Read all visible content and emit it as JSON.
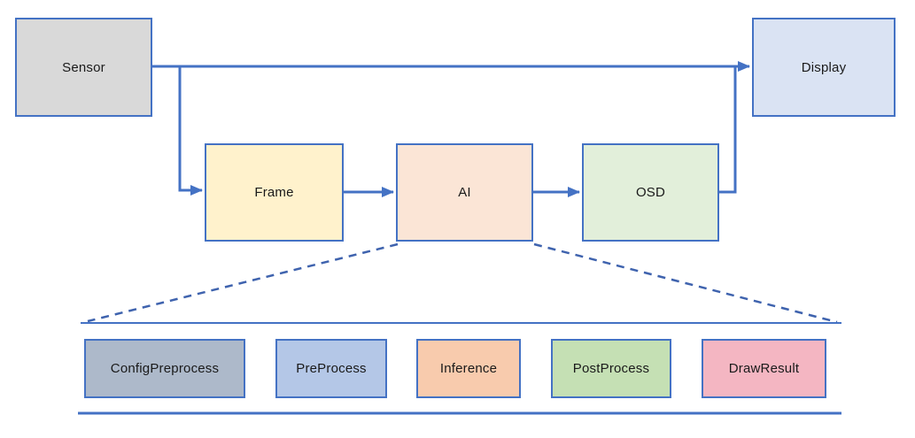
{
  "nodes": {
    "sensor": {
      "label": "Sensor",
      "fill": "#d9d9d9"
    },
    "display": {
      "label": "Display",
      "fill": "#dae3f3"
    },
    "frame": {
      "label": "Frame",
      "fill": "#fff2cc"
    },
    "ai": {
      "label": "AI",
      "fill": "#fbe5d6"
    },
    "osd": {
      "label": "OSD",
      "fill": "#e2efda"
    },
    "config_preprocess": {
      "label": "ConfigPreprocess",
      "fill": "#adb9ca"
    },
    "preprocess": {
      "label": "PreProcess",
      "fill": "#b4c7e7"
    },
    "inference": {
      "label": "Inference",
      "fill": "#f8cbad"
    },
    "postprocess": {
      "label": "PostProcess",
      "fill": "#c5e0b4"
    },
    "drawresult": {
      "label": "DrawResult",
      "fill": "#f4b6c2"
    }
  },
  "edges": [
    {
      "from": "sensor",
      "to": "display",
      "style": "solid-arrow"
    },
    {
      "from": "sensor",
      "to": "frame",
      "style": "solid-arrow"
    },
    {
      "from": "frame",
      "to": "ai",
      "style": "solid-arrow"
    },
    {
      "from": "ai",
      "to": "osd",
      "style": "solid-arrow"
    },
    {
      "from": "osd",
      "to": "display",
      "style": "solid-elbow-into-top-line"
    },
    {
      "from": "ai",
      "to": "ai-internals-group",
      "style": "dashed-expansion"
    }
  ],
  "ai_internals_order": [
    "ConfigPreprocess",
    "PreProcess",
    "Inference",
    "PostProcess",
    "DrawResult"
  ],
  "colors": {
    "connector": "#4472c4",
    "dashed_connector": "#3f63ae",
    "node_border": "#4472c4",
    "text": "#1a1a1a",
    "background": "#ffffff"
  }
}
